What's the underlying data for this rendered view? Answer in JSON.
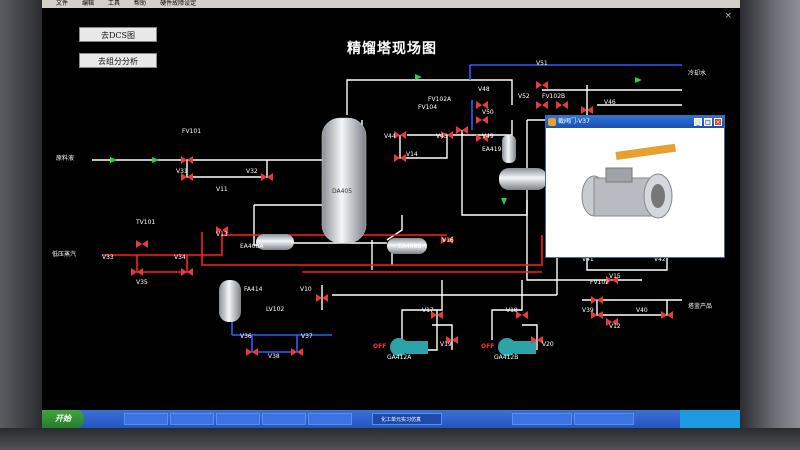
{
  "menu": [
    "文件",
    "编辑",
    "工具",
    "帮助",
    "硬件故障设定"
  ],
  "window": {
    "close_glyph": "×"
  },
  "nav_buttons": {
    "dcs": "去DCS图",
    "field": "去组分分析"
  },
  "title": "精馏塔现场图",
  "labels": {
    "feed": "原料液",
    "steam": "低压蒸汽",
    "cooling_water": "冷却水",
    "product": "塔釜产品",
    "column": "DA405"
  },
  "valves": [
    "FV101",
    "V31",
    "V32",
    "V11",
    "TV101",
    "V33",
    "V34",
    "V35",
    "V13",
    "EA408A",
    "EA408B",
    "V16",
    "V10",
    "FA414",
    "V36",
    "LV102",
    "V37",
    "V38",
    "FV104",
    "V44",
    "V43",
    "V14",
    "FV102A",
    "V48",
    "V50",
    "V49",
    "EA419",
    "V51",
    "V52",
    "FV102B",
    "V46",
    "V17",
    "V19",
    "V18",
    "V20",
    "GA412A",
    "GA412B",
    "V41",
    "V42",
    "V15",
    "FV102",
    "V39",
    "V40",
    "V12"
  ],
  "pump_status": {
    "a": "OFF",
    "b": "OFF"
  },
  "popup": {
    "title": "截阀门-V37",
    "min": "_",
    "max": "□",
    "close": "×"
  },
  "taskbar": {
    "start": "开始",
    "items": [
      "",
      "",
      "",
      "",
      "",
      "化工单元实习仿真",
      "",
      ""
    ]
  },
  "colors": {
    "pipe": "#ffffff",
    "steam_line": "#ff2020",
    "cool_line": "#2f5cff",
    "valve": "#e83a3a",
    "pump": "#2aa4a8"
  }
}
